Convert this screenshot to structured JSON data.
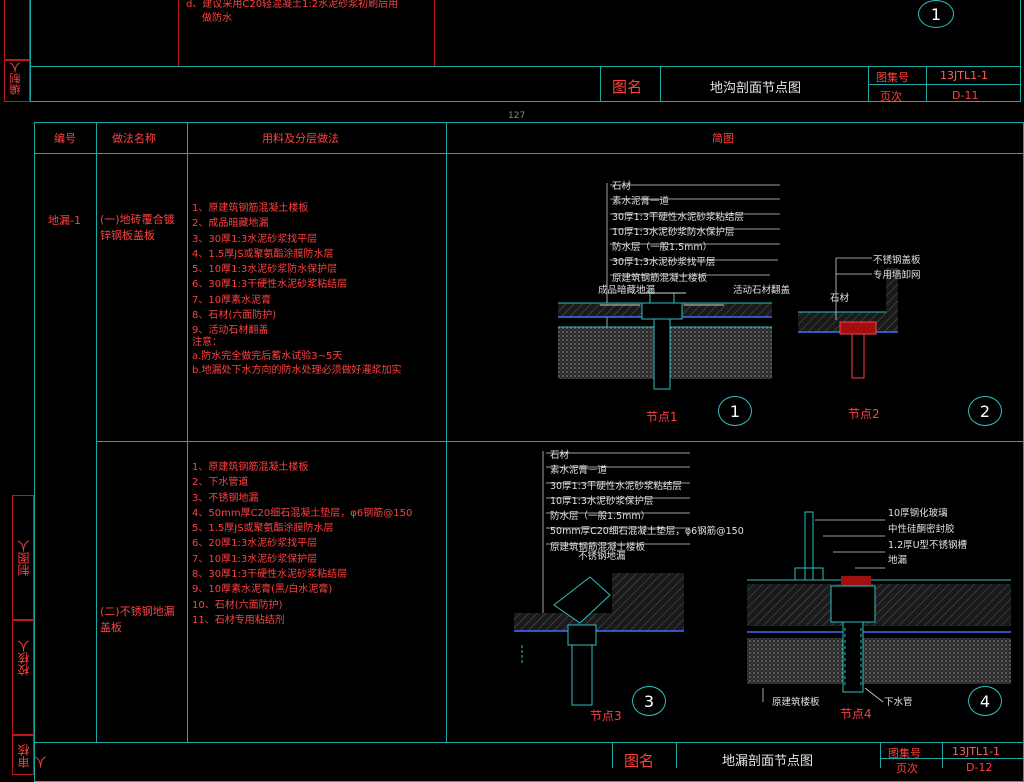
{
  "top_section": {
    "note_d": "d、建议采用C20轻混凝土1:2水泥砂浆初刷后用",
    "note_d2": "做防水",
    "circle": "1",
    "side_label": "编制人"
  },
  "title_block_top": {
    "label_name": "图名",
    "drawing_name": "地沟剖面节点图",
    "label_atlas": "图集号",
    "atlas_no": "13JTL1-1",
    "label_page": "页次",
    "page_no": "D-11"
  },
  "page_number": "127",
  "table": {
    "headers": {
      "code": "编号",
      "method": "做法名称",
      "materials": "用料及分层做法",
      "diagram": "简图"
    },
    "rows": [
      {
        "code": "地漏-1",
        "method": "(一)地砖覆合镀锌钢板盖板",
        "items": [
          "1、原建筑钢筋混凝土楼板",
          "2、成品暗藏地漏",
          "3、30厚1:3水泥砂浆找平层",
          "4、1.5厚JS或聚氨酯涂膜防水层",
          "5、10厚1:3水泥砂浆防水保护层",
          "6、30厚1:3干硬性水泥砂浆粘结层",
          "7、10厚素水泥膏",
          "8、石材(六面防护)",
          "9、活动石材翻盖"
        ],
        "notes_title": "注意：",
        "notes": [
          "a.防水完全做完后蓄水试验3~5天",
          "b.地漏处下水方向的防水处理必须做好灌浆加实"
        ]
      },
      {
        "code": "",
        "method": "(二)不锈钢地漏盖板",
        "items": [
          "1、原建筑钢筋混凝土楼板",
          "2、下水管道",
          "3、不锈钢地漏",
          "4、50mm厚C20细石混凝土垫层，φ6钢筋@150",
          "5、1.5厚JS或聚氨酯涂膜防水层",
          "6、20厚1:3水泥砂浆找平层",
          "7、10厚1:3水泥砂浆保护层",
          "8、30厚1:3干硬性水泥砂浆粘结层",
          "9、10厚素水泥膏(黑/白水泥膏)",
          "10、石材(六面防护)",
          "11、石材专用粘结剂"
        ]
      }
    ]
  },
  "diagram1": {
    "labels": [
      "石材",
      "素水泥膏一道",
      "30厚1:3干硬性水泥砂浆粘结层",
      "10厚1:3水泥砂浆防水保护层",
      "防水层（一般1.5mm）",
      "30厚1:3水泥砂浆找平层",
      "原建筑钢筋混凝土楼板"
    ],
    "left_label": "成品暗藏地漏",
    "right_label": "活动石材翻盖",
    "caption": "节点1",
    "circle": "1"
  },
  "diagram2": {
    "labels": [
      "不锈钢盖板",
      "专用墙卸网"
    ],
    "left_label": "石材",
    "caption": "节点2",
    "circle": "2"
  },
  "diagram3": {
    "labels": [
      "石材",
      "素水泥膏一道",
      "30厚1:3干硬性水泥砂浆粘结层",
      "10厚1:3水泥砂浆保护层",
      "防水层（一般1.5mm）",
      "50mm厚C20细石混凝土垫层，φ6钢筋@150",
      "原建筑钢筋混凝土楼板"
    ],
    "bottom_label": "不锈钢地漏",
    "caption": "节点3",
    "circle": "3"
  },
  "diagram4": {
    "labels": [
      "10厚钢化玻璃",
      "中性硅酮密封胶",
      "1.2厚U型不锈钢槽",
      "地漏"
    ],
    "bottom_left": "原建筑楼板",
    "bottom_right": "下水管",
    "caption": "节点4",
    "circle": "4"
  },
  "side_labels": [
    "制图人",
    "校核人",
    "审核人"
  ],
  "title_block_bottom": {
    "label_name": "图名",
    "drawing_name": "地漏剖面节点图",
    "label_atlas": "图集号",
    "atlas_no": "13JTL1-1",
    "label_page": "页次",
    "page_no": "D-12"
  },
  "colors": {
    "frame": "#1fa6a6",
    "text_red": "#ff4040",
    "line_red": "#c01818",
    "background": "#000000"
  }
}
